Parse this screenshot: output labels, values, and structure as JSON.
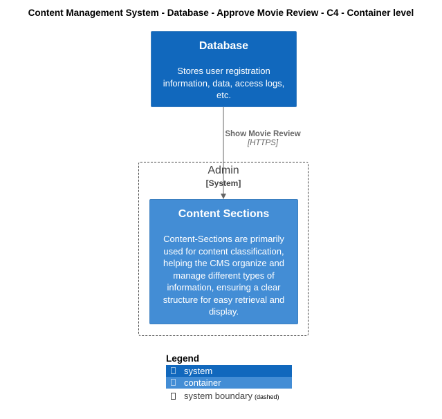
{
  "diagram": {
    "title": "Content Management System - Database - Approve Movie Review - C4 - Container level"
  },
  "database": {
    "name": "Database",
    "description": "Stores user registration information, data, access logs, etc."
  },
  "relationship": {
    "label": "Show Movie Review",
    "technology": "[HTTPS]"
  },
  "boundary": {
    "name": "Admin",
    "type": "[System]"
  },
  "content_sections": {
    "name": "Content Sections",
    "description": "Content-Sections are primarily used for content classification, helping the CMS organize and manage different types of information, ensuring a clear structure for easy retrieval and display."
  },
  "legend": {
    "title": "Legend",
    "items": [
      {
        "label": "system",
        "color": "#1168bd"
      },
      {
        "label": "container",
        "color": "#438dd5"
      },
      {
        "label": "system boundary",
        "note": "(dashed)"
      }
    ]
  },
  "colors": {
    "system": "#1168bd",
    "container": "#438dd5",
    "boundary": "#444444",
    "arrow": "#666666"
  }
}
